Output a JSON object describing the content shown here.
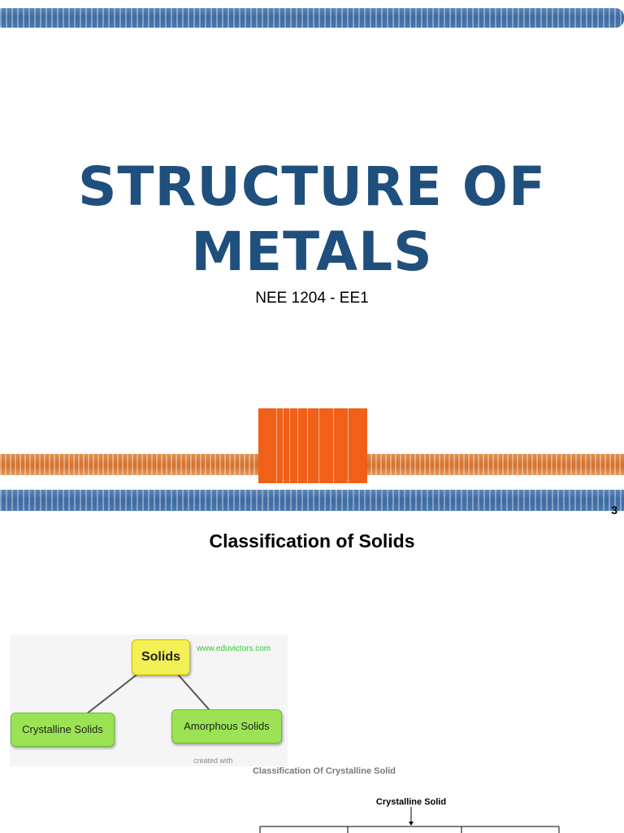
{
  "slide1": {
    "title_line1": "STRUCTURE OF",
    "title_line2": "METALS",
    "subtitle": "NEE 1204 - EE1"
  },
  "slide2": {
    "page_number": "3",
    "title": "Classification of Solids",
    "concept_map": {
      "root": "Solids",
      "left_child": "Crystalline Solids",
      "right_child": "Amorphous Solids",
      "site": "www.eduvictors.com",
      "created_with": "created with"
    },
    "crystalline_heading": "Classification Of Crystalline Solid",
    "crystalline_node": "Crystalline Solid"
  },
  "colors": {
    "title_blue": "#1f4f7c",
    "brush_blue": "#3d6aa2",
    "brush_orange": "#d36f2c",
    "accent_orange": "#f06018",
    "node_yellow": "#f3f055",
    "node_green": "#9be354"
  }
}
